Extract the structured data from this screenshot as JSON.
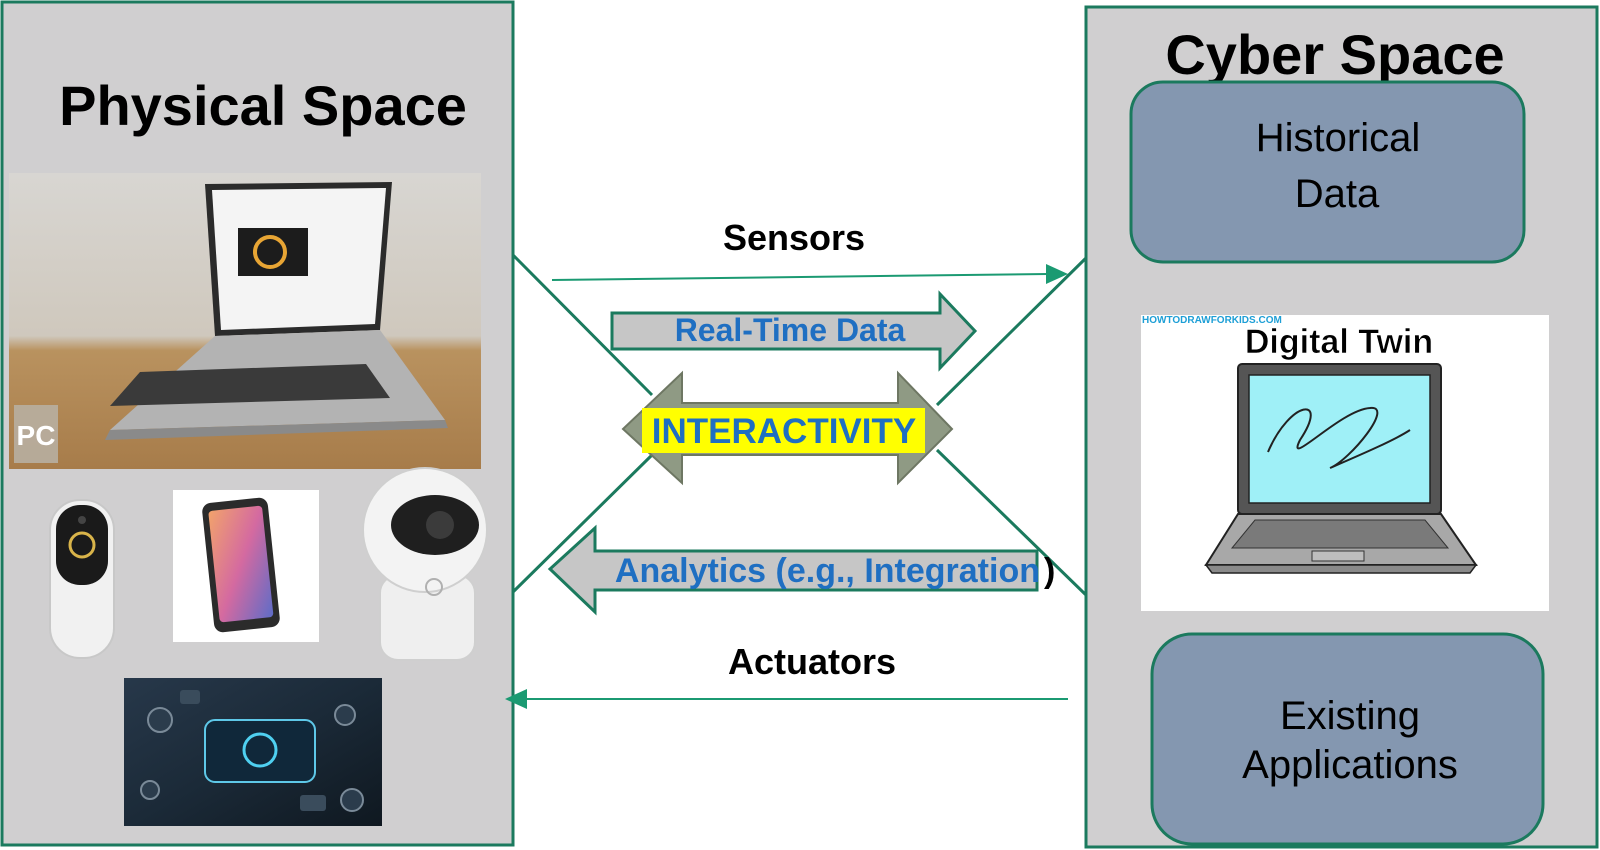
{
  "physical": {
    "title": "Physical Space",
    "watermark": "PC"
  },
  "cyber": {
    "title": "Cyber Space",
    "historical_line1": "Historical",
    "historical_line2": "Data",
    "digital_twin": "Digital Twin",
    "twin_watermark": "HOWTODRAWFORKIDS.COM",
    "existing_line1": "Existing",
    "existing_line2": "Applications"
  },
  "links": {
    "sensors": "Sensors",
    "realtime": "Real-Time Data",
    "interactivity": "INTERACTIVITY",
    "analytics": "Analytics (e.g., Integration",
    "analytics_paren": ")",
    "actuators": "Actuators"
  },
  "colors": {
    "panel_bg": "#d0cfd0",
    "border_green": "#1b7a5e",
    "box_blue": "#8497b0",
    "label_blue": "#1f6fc2",
    "interactivity_yellow": "#ffff00",
    "big_arrow_gray": "#8f9a84",
    "screen_cyan": "#9ff0f7"
  }
}
